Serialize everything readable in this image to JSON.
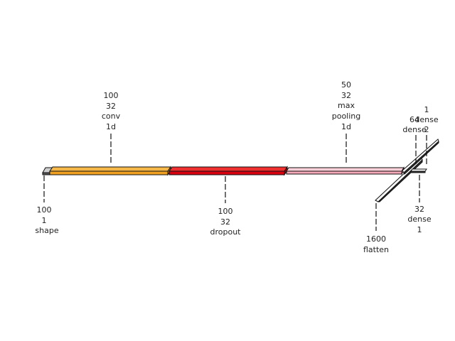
{
  "diagram": {
    "layers": [
      {
        "id": "input",
        "lines": [
          "100",
          "1",
          "shape"
        ],
        "color": "#ffffff"
      },
      {
        "id": "conv1d",
        "lines": [
          "100",
          "32",
          "conv",
          "1d"
        ],
        "color": "#f5a623"
      },
      {
        "id": "dropout",
        "lines": [
          "100",
          "32",
          "dropout"
        ],
        "color": "#e0101a"
      },
      {
        "id": "maxpool",
        "lines": [
          "50",
          "32",
          "max",
          "pooling",
          "1d"
        ],
        "color": "#f7b6c2"
      },
      {
        "id": "flatten",
        "lines": [
          "1600",
          "flatten"
        ],
        "color": "#ffffff"
      },
      {
        "id": "dense64",
        "lines": [
          "64",
          "dense"
        ],
        "color": "#ffffff"
      },
      {
        "id": "dense32",
        "lines": [
          "32",
          "dense",
          "1"
        ],
        "color": "#ffffff"
      },
      {
        "id": "dense1",
        "lines": [
          "1",
          "dense",
          "2"
        ],
        "color": "#ffffff"
      }
    ]
  }
}
